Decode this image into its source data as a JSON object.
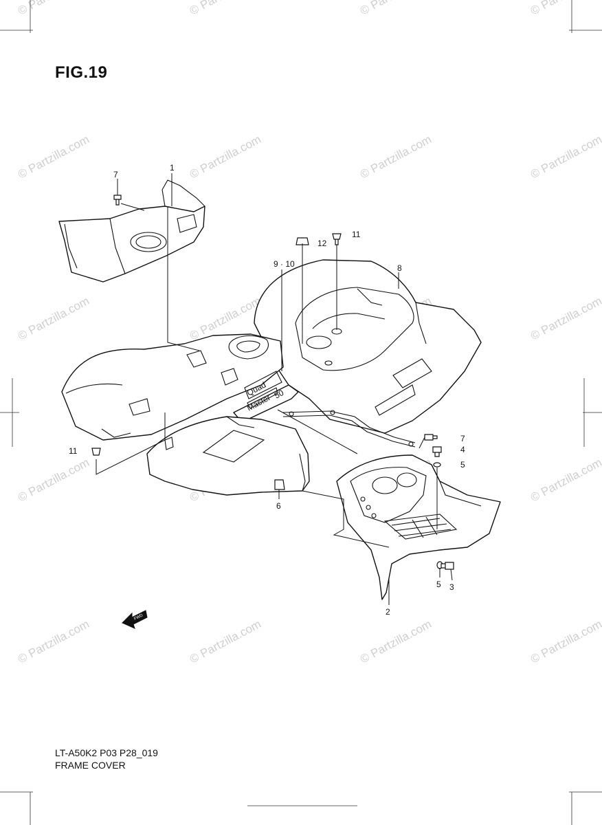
{
  "figure": {
    "title": "FIG.19",
    "footer_code": "LT-A50K2 P03 P28_019",
    "footer_name": "FRAME COVER"
  },
  "watermark": {
    "text": "© Partzilla.com"
  },
  "direction_arrow": {
    "label": "FWD"
  },
  "decal_text": {
    "line1": "Quad",
    "line2": "Master",
    "badge": "50"
  },
  "callouts": [
    {
      "id": "c1",
      "label": "1"
    },
    {
      "id": "c2",
      "label": "2"
    },
    {
      "id": "c3",
      "label": "3"
    },
    {
      "id": "c4",
      "label": "4"
    },
    {
      "id": "c5a",
      "label": "5"
    },
    {
      "id": "c5b",
      "label": "5"
    },
    {
      "id": "c6",
      "label": "6"
    },
    {
      "id": "c7a",
      "label": "7"
    },
    {
      "id": "c7b",
      "label": "7"
    },
    {
      "id": "c8",
      "label": "8"
    },
    {
      "id": "c910",
      "label": "9 · 10"
    },
    {
      "id": "c11a",
      "label": "11"
    },
    {
      "id": "c11b",
      "label": "11"
    },
    {
      "id": "c12",
      "label": "12"
    }
  ]
}
